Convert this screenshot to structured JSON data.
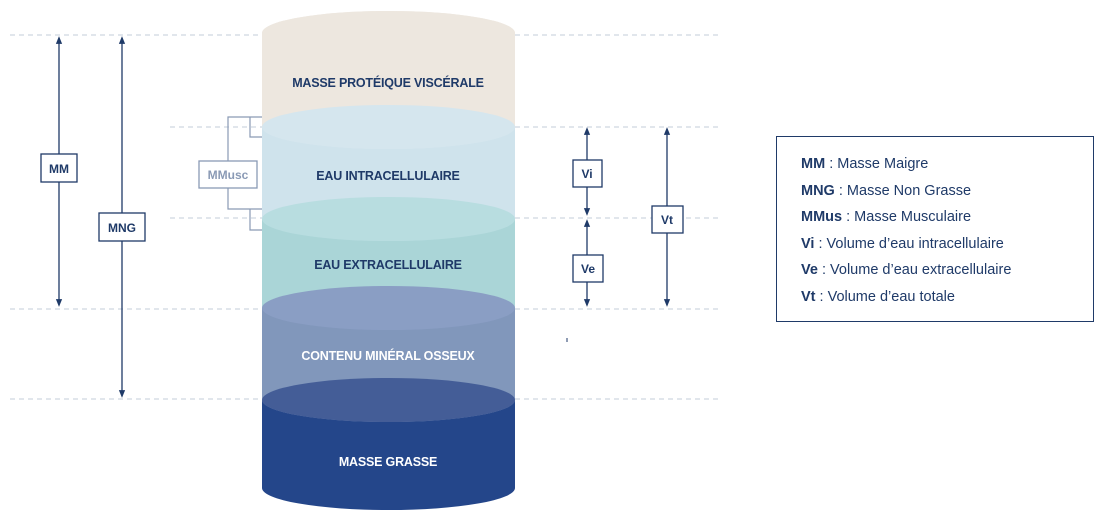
{
  "layers": [
    {
      "key": "visceral",
      "label": "MASSE PROTÉIQUE VISCÉRALE",
      "color": "#ede7df",
      "text_color": "#1f3a68"
    },
    {
      "key": "icw",
      "label": "EAU INTRACELLULAIRE",
      "color": "#cfe3ec",
      "text_color": "#1f3a68"
    },
    {
      "key": "ecw",
      "label": "EAU EXTRACELLULAIRE",
      "color": "#aad5d7",
      "text_color": "#1f3a68"
    },
    {
      "key": "bone",
      "label": "CONTENU MINÉRAL OSSEUX",
      "color": "#8197bb",
      "text_color": "#ffffff"
    },
    {
      "key": "fat",
      "label": "MASSE GRASSE",
      "color": "#24468a",
      "text_color": "#ffffff"
    }
  ],
  "dimensions": {
    "mm": "MM",
    "mng": "MNG",
    "mmusc": "MMusc",
    "vi": "Vi",
    "ve": "Ve",
    "vt": "Vt"
  },
  "legend": [
    {
      "abbr": "MM",
      "text": " : Masse Maigre"
    },
    {
      "abbr": "MNG",
      "text": " : Masse Non Grasse"
    },
    {
      "abbr": "MMus",
      "text": " : Masse Musculaire"
    },
    {
      "abbr": "Vi",
      "text": " : Volume d’eau intracellulaire"
    },
    {
      "abbr": "Ve",
      "text": " : Volume d’eau extracellulaire"
    },
    {
      "abbr": "Vt",
      "text": " : Volume d’eau totale"
    }
  ],
  "colors": {
    "primary": "#1f3a68",
    "muscle": "#8a9ab5",
    "dashed": "#c3ccd9"
  }
}
